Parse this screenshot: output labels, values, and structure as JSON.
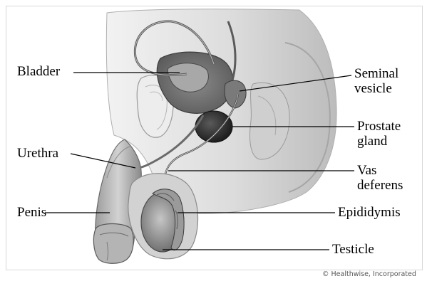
{
  "labels": {
    "bladder": "Bladder",
    "urethra": "Urethra",
    "penis": "Penis",
    "seminal_vesicle": [
      "Seminal",
      "vesicle"
    ],
    "prostate_gland": [
      "Prostate",
      "gland"
    ],
    "vas_deferens": [
      "Vas",
      "deferens"
    ],
    "epididymis": "Epididymis",
    "testicle": "Testicle"
  },
  "credit": "© Healthwise, Incorporated",
  "colors": {
    "skin_light": "#e6e6e6",
    "skin_mid": "#bdbdbd",
    "skin_dark": "#6e6e6e",
    "organ_dark": "#3a3a3a",
    "leader_line": "#000000"
  }
}
